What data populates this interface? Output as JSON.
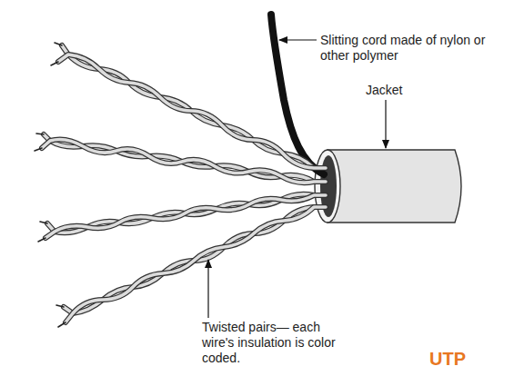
{
  "diagram": {
    "labels": [
      "Slitting cord made of nylon or other polymer",
      "Jacket",
      "Twisted pairs— each wire's insulation is color coded.",
      "UTP"
    ]
  }
}
